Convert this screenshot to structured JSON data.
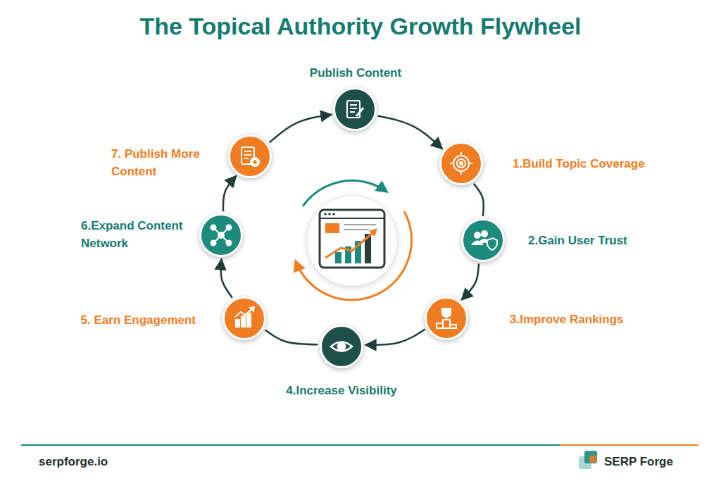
{
  "diagram": {
    "title": "The Topical Authority Growth Flywheel",
    "nodes": [
      {
        "text": [
          "Publish Content"
        ]
      },
      {
        "text": [
          "1.Build Topic Coverage"
        ]
      },
      {
        "text": [
          "2.Gain User Trust"
        ]
      },
      {
        "text": [
          "3.Improve Rankings"
        ]
      },
      {
        "text": [
          "4.Increase Visibility"
        ]
      },
      {
        "text": [
          "5. Earn Engagement"
        ]
      },
      {
        "text": [
          "6.Expand Content Network"
        ]
      },
      {
        "text": [
          "7. Publish More Content"
        ]
      }
    ],
    "edges": [
      {
        "from": 0,
        "to": 1,
        "arrow": "to"
      },
      {
        "from": 1,
        "to": 2,
        "arrow": "none"
      },
      {
        "from": 2,
        "to": 3,
        "arrow": "to"
      },
      {
        "from": 3,
        "to": 4,
        "arrow": "to"
      },
      {
        "from": 4,
        "to": 5,
        "arrow": "none"
      },
      {
        "from": 5,
        "to": 6,
        "arrow": "to"
      },
      {
        "from": 6,
        "to": 7,
        "arrow": "to"
      },
      {
        "from": 7,
        "to": 0,
        "arrow": "to"
      }
    ],
    "labels": [
      "serpforge.io",
      "SERP Forge"
    ]
  }
}
